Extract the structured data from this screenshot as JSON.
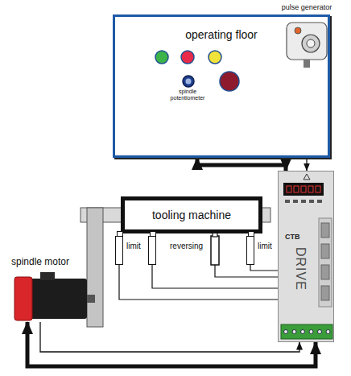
{
  "diagram": {
    "nodes": [
      {
        "text": [
          "operating floor"
        ]
      },
      {
        "text": [
          "pulse generator"
        ]
      },
      {
        "text": [
          "tooling machine"
        ]
      },
      {
        "text": [
          "limit"
        ]
      },
      {
        "text": [
          "reversing"
        ]
      },
      {
        "text": [
          "limit"
        ]
      },
      {
        "text": [
          "spindle motor"
        ]
      },
      {
        "text": [
          "CTB",
          "DRIVE"
        ]
      }
    ],
    "edges": [
      {
        "from": 0,
        "to": 7,
        "arrow": "both"
      },
      {
        "from": 1,
        "to": 7,
        "arrow": "to"
      },
      {
        "from": 7,
        "to": 6,
        "arrow": "both"
      },
      {
        "from": 6,
        "to": 7,
        "arrow": "to"
      },
      {
        "from": 3,
        "to": 7,
        "arrow": "none"
      },
      {
        "from": 4,
        "to": 7,
        "arrow": "none"
      },
      {
        "from": 5,
        "to": 7,
        "arrow": "none"
      }
    ],
    "labels": [
      "spindle potentiometer"
    ]
  }
}
